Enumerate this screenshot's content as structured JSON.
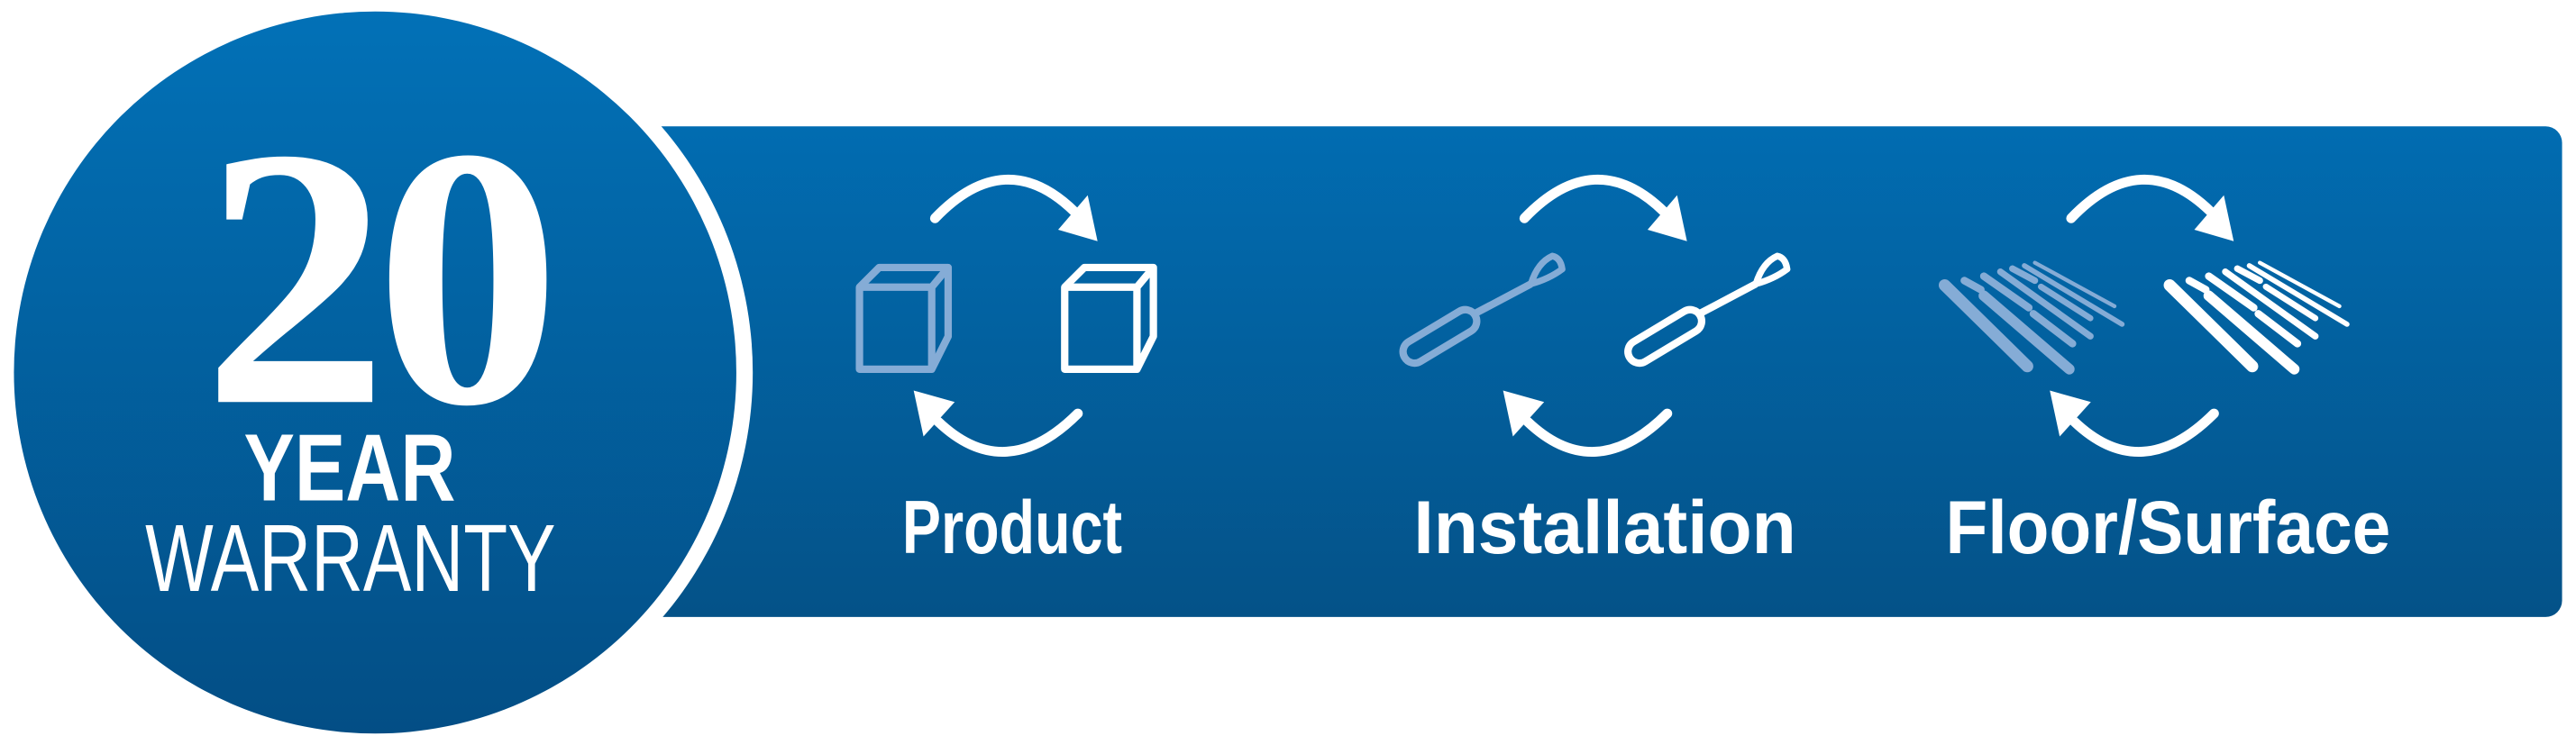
{
  "badge": {
    "number": "20",
    "line1": "YEAR",
    "line2": "WARRANTY"
  },
  "features": [
    {
      "label": "Product",
      "icon": "product-swap-icon"
    },
    {
      "label": "Installation",
      "icon": "screwdriver-swap-icon"
    },
    {
      "label": "Floor/Surface",
      "icon": "floor-planks-swap-icon"
    }
  ],
  "colors": {
    "brand_blue_top": "#016cb1",
    "brand_blue_bottom": "#045288",
    "icon_faded": "#85acd6",
    "icon_white": "#ffffff"
  }
}
